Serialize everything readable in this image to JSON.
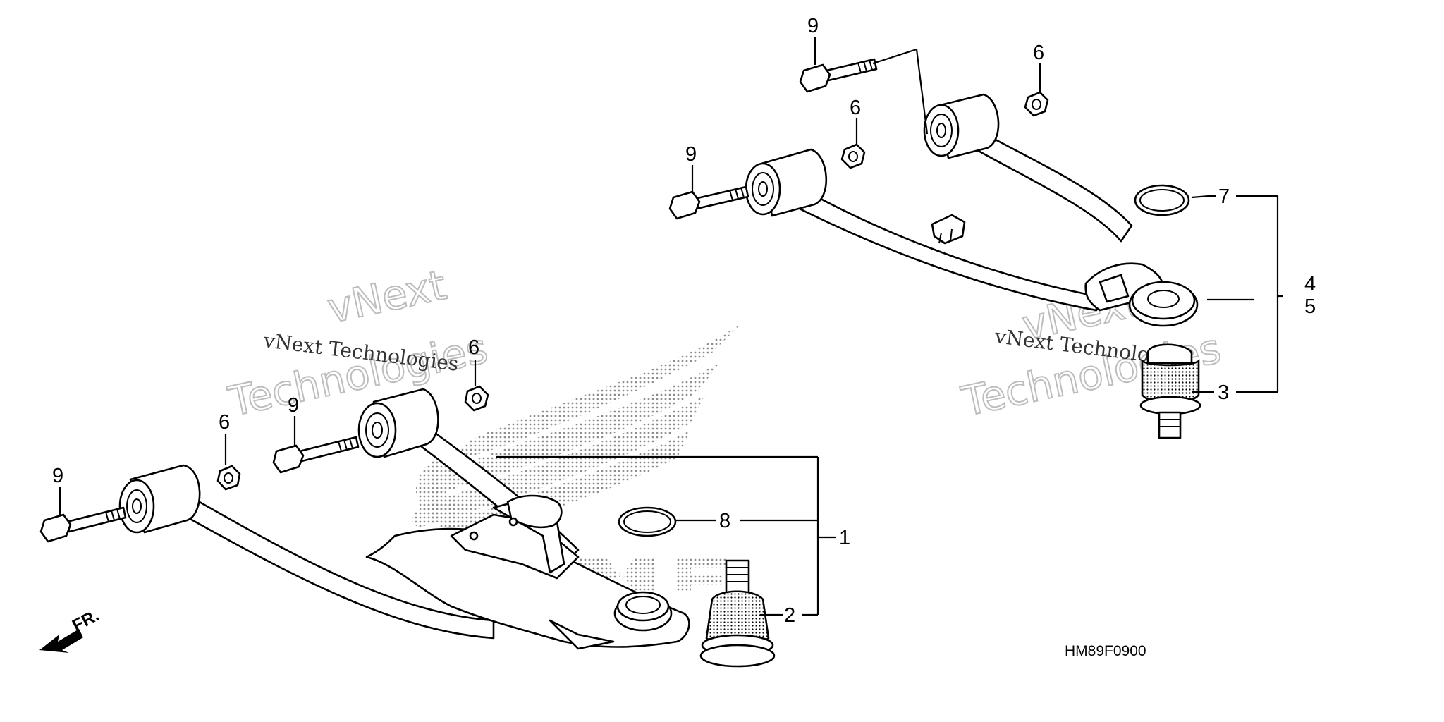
{
  "diagram": {
    "drawing_code": "HM89F0900",
    "direction_label": "FR.",
    "watermark": {
      "line1": "vNext",
      "line2": "vNext Technologies",
      "line3": "Technologies"
    },
    "callouts": {
      "c1": "1",
      "c2": "2",
      "c3": "3",
      "c4": "4",
      "c5": "5",
      "c6": "6",
      "c7": "7",
      "c8": "8",
      "c9": "9"
    }
  },
  "colors": {
    "line": "#000000",
    "background": "#ffffff",
    "logo_dots": "#9a9a9a",
    "watermark_outline": "#bdbdbd"
  }
}
